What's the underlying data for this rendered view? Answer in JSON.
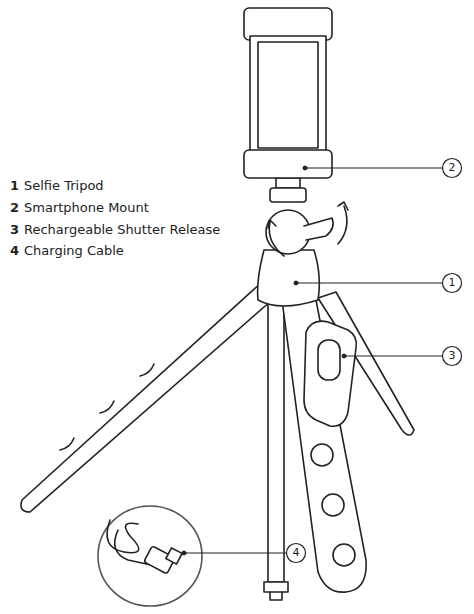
{
  "diagram": {
    "labels": [
      "1",
      "Selfie Tripod",
      "2",
      "Smartphone Mount",
      "3",
      "Rechargeable Shutter Release",
      "4",
      "Charging Cable",
      "2",
      "1",
      "3",
      "4"
    ]
  }
}
